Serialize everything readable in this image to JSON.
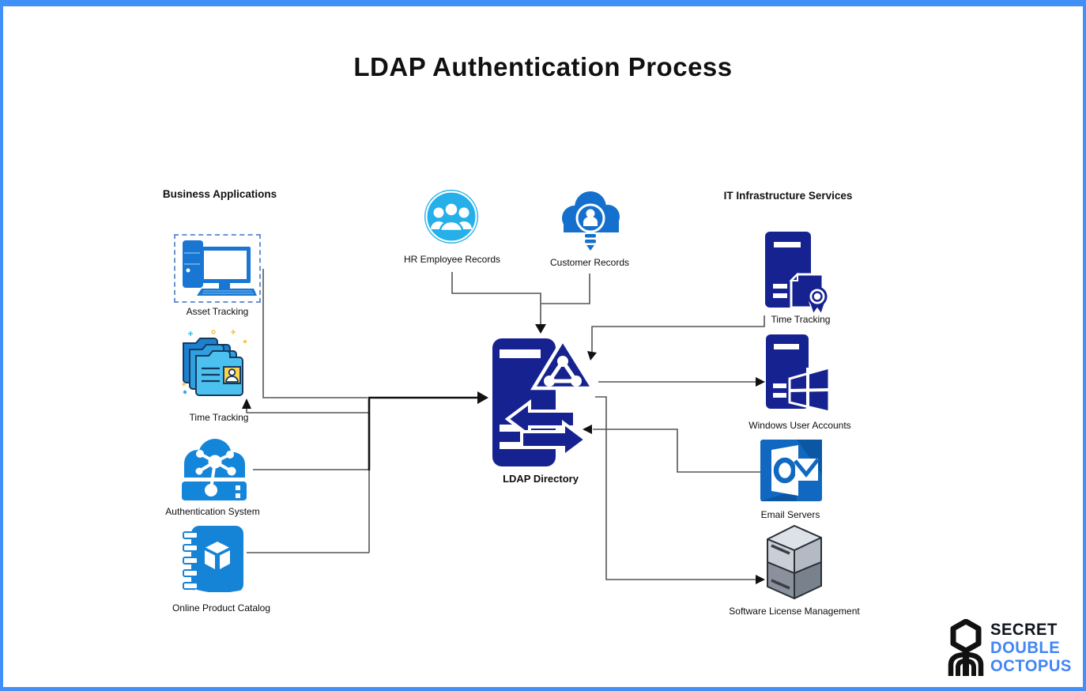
{
  "title": "LDAP Authentication Process",
  "left_section": {
    "header": "Business Applications"
  },
  "right_section": {
    "header": "IT Infrastructure Services"
  },
  "nodes": {
    "asset_tracking": {
      "label": "Asset Tracking",
      "icon": "desktop-computer-icon"
    },
    "time_tracking_left": {
      "label": "Time Tracking",
      "icon": "contact-folders-icon"
    },
    "authentication_system": {
      "label": "Authentication System",
      "icon": "cloud-network-icon"
    },
    "online_product_catalog": {
      "label": "Online Product Catalog",
      "icon": "catalog-book-icon"
    },
    "hr_employee_records": {
      "label": "HR Employee Records",
      "icon": "people-group-icon"
    },
    "customer_records": {
      "label": "Customer Records",
      "icon": "cloud-person-bulb-icon"
    },
    "ldap_directory": {
      "label": "LDAP Directory",
      "icon": "directory-server-icon"
    },
    "time_tracking_right": {
      "label": "Time Tracking",
      "icon": "server-certificate-icon"
    },
    "windows_user_accounts": {
      "label": "Windows User Accounts",
      "icon": "server-windows-icon"
    },
    "email_servers": {
      "label": "Email Servers",
      "icon": "outlook-mail-icon"
    },
    "software_license_management": {
      "label": "Software License Management",
      "icon": "server-tower-3d-icon"
    }
  },
  "edges": [
    {
      "from": "hr_employee_records",
      "to": "ldap_directory"
    },
    {
      "from": "customer_records",
      "to": "ldap_directory"
    },
    {
      "from": "asset_tracking",
      "to": "ldap_directory"
    },
    {
      "from": "authentication_system",
      "to": "ldap_directory"
    },
    {
      "from": "online_product_catalog",
      "to": "ldap_directory"
    },
    {
      "from": "ldap_directory",
      "to": "time_tracking_left"
    },
    {
      "from": "time_tracking_right",
      "to": "ldap_directory"
    },
    {
      "from": "ldap_directory",
      "to": "windows_user_accounts"
    },
    {
      "from": "email_servers",
      "to": "ldap_directory"
    },
    {
      "from": "ldap_directory",
      "to": "software_license_management"
    }
  ],
  "logo": {
    "line1": "SECRET",
    "line2": "DOUBLE",
    "line3": "OCTOPUS"
  },
  "colors": {
    "page_border": "#4090f7",
    "navy": "#16228f",
    "bright_blue": "#1583d6",
    "light_blue": "#25b0e9",
    "logo_blue": "#4286f5",
    "connector_gray": "#555555"
  }
}
